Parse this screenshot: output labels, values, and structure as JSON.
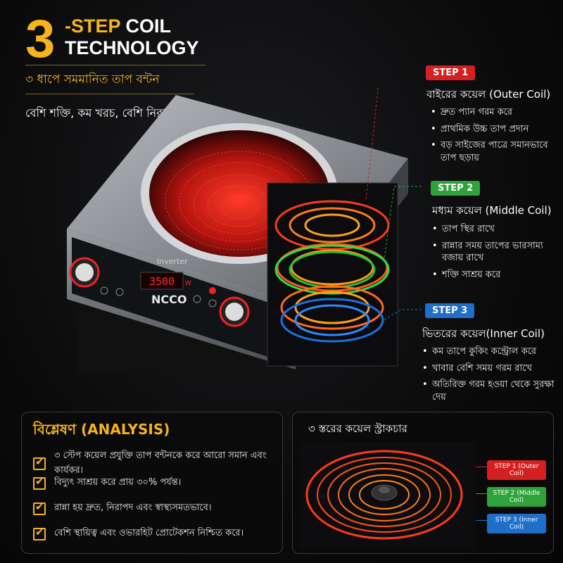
{
  "header": {
    "big_number": "3",
    "title_highlight": "-STEP",
    "title_line1_rest": " COIL",
    "title_line2": "TECHNOLOGY",
    "subtitle_bn": "৩ ধাপে সমমানিত তাপ বন্টন",
    "tagline_bn": "বেশি শক্তি, কম খরচ, বেশি নিরাপত্তা"
  },
  "device": {
    "brand": "NCCO",
    "inverter_label": "Inverter",
    "display_value": "3500",
    "display_unit": "W"
  },
  "steps": [
    {
      "badge": "STEP 1",
      "title": "বাইরের কয়েল (Outer Coil)",
      "bullets": [
        "দ্রুত প্যান গরম করে",
        "প্রাথমিক উচ্চ তাপ প্রদান",
        "বড় সাইজের পাত্রে সমানভাবে তাপ ছড়ায়"
      ]
    },
    {
      "badge": "STEP 2",
      "title": "মধ্যম কয়েল (Middle Coil)",
      "bullets": [
        "তাপ স্থির রাখে",
        "রান্নার সময় তাপের ভারসাম্য বজায় রাখে",
        "শক্তি সাশ্রয় করে"
      ]
    },
    {
      "badge": "STEP 3",
      "title": "ভিতরের কয়েল(Inner Coil)",
      "bullets": [
        "কম তাপে কুকিং কন্ট্রোল করে",
        "খাবার বেশি সময় গরম রাখে",
        "অতিরিক্ত গরম হওয়া থেকে সুরক্ষা দেয়"
      ]
    }
  ],
  "analysis": {
    "title": "বিশ্লেষণ (ANALYSIS)",
    "items": [
      "৩ স্টেপ কয়েল প্রযুক্তি তাপ বন্টনকে করে আরো সমান এবং কার্যকর।",
      "বিদ্যুৎ সাশ্রয় করে প্রায় ৩০% পর্যন্ত।",
      "রান্না হয় দ্রুত, নিরাপদ এবং স্বাস্থ্যসমতভাবে।",
      "বেশি স্থায়িত্ব এবং ওভারহিট প্রোটেকশন নিশ্চিত করে।"
    ]
  },
  "structure": {
    "title": "৩ স্তরের কয়েল স্ট্রাকচার",
    "labels": [
      "STEP 1 (Outer Coil)",
      "STEP 2 (Middle Coil)",
      "STEP 3 (Inner Coil)"
    ]
  },
  "colors": {
    "accent": "#f5b41a",
    "step1": "#d42020",
    "step2": "#2fa33a",
    "step3": "#1f6fc9"
  }
}
